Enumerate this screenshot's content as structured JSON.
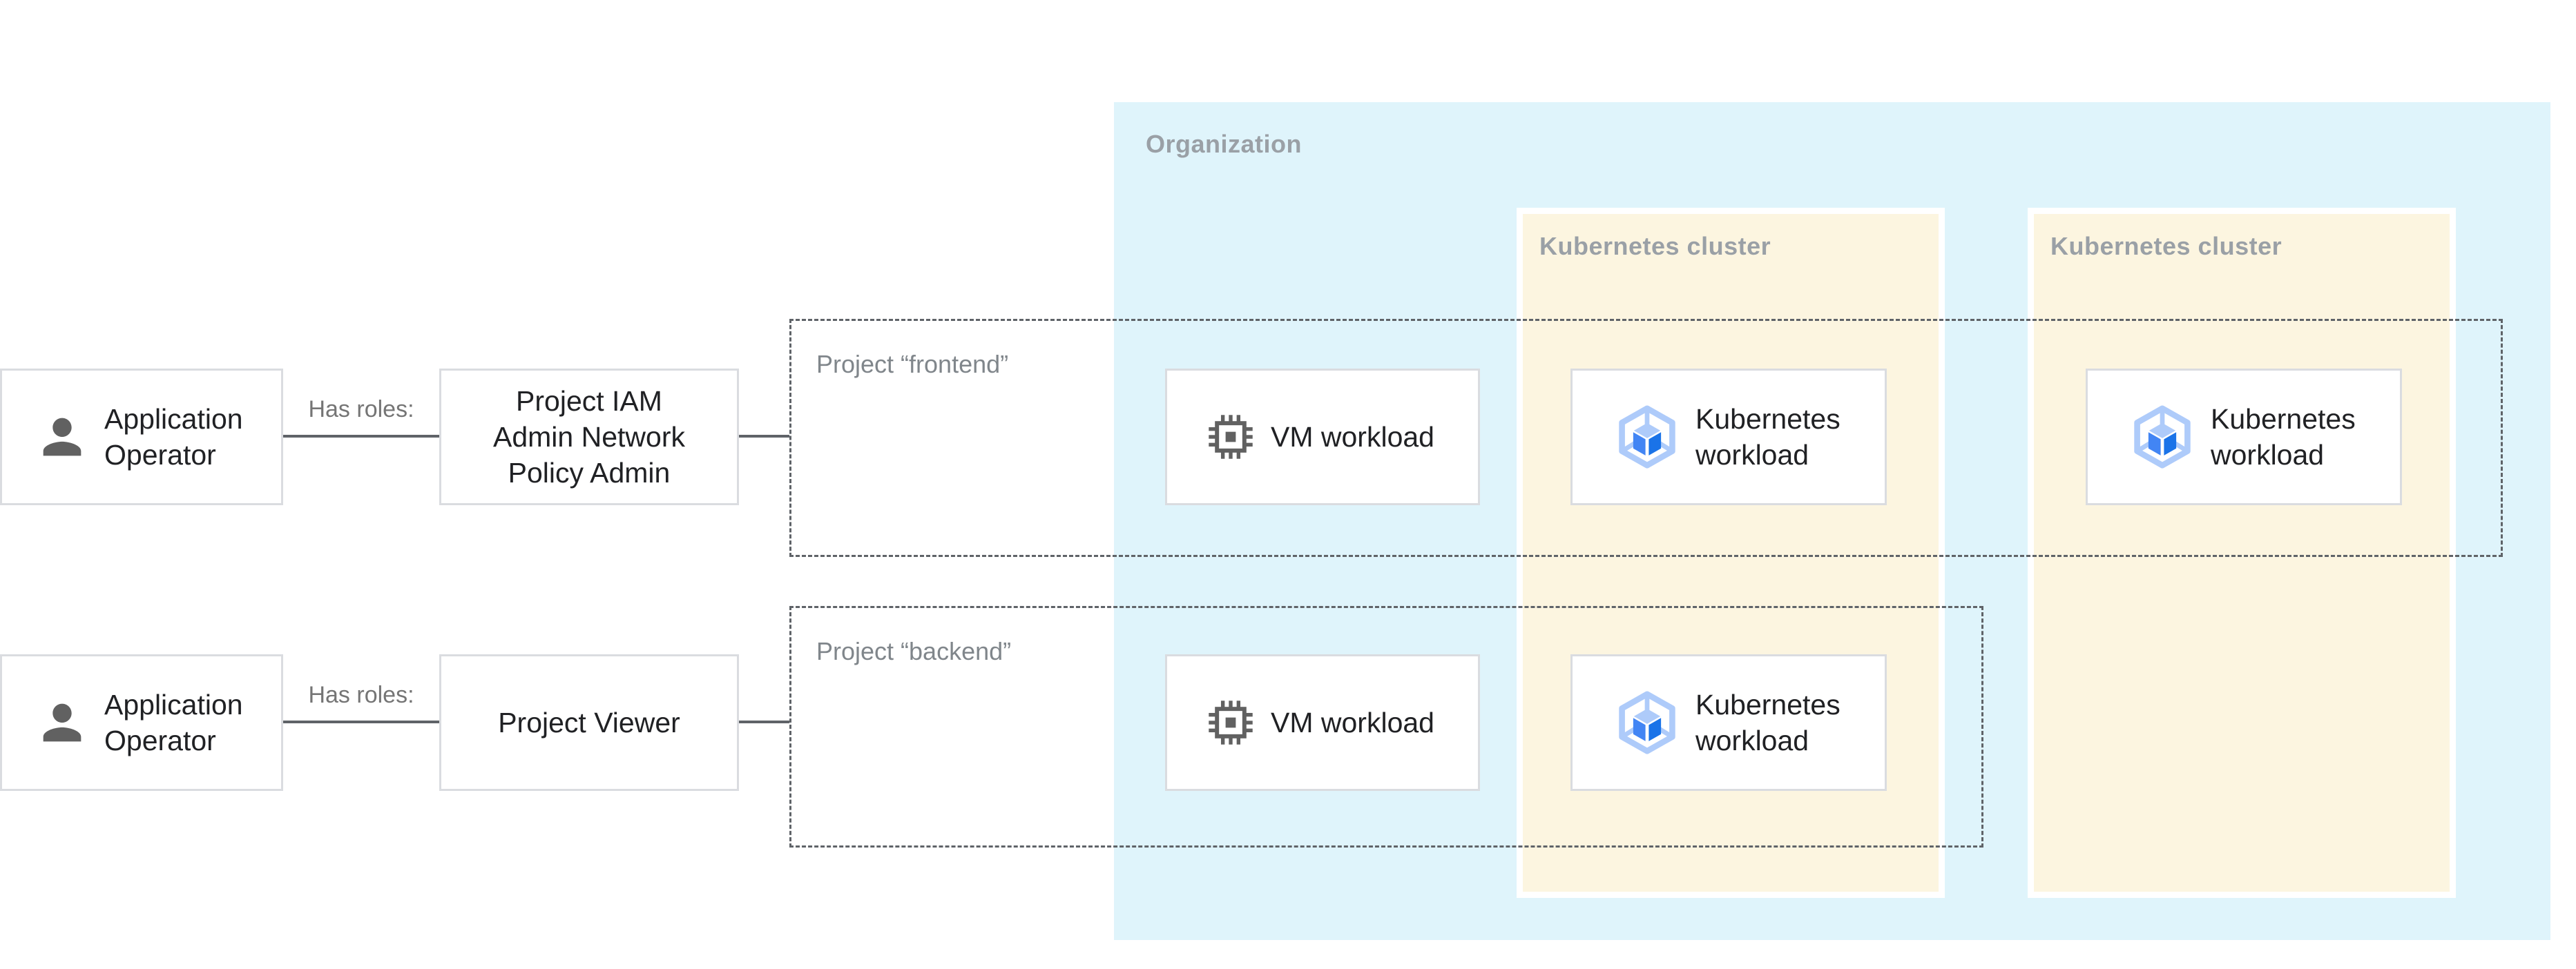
{
  "organization": {
    "label": "Organization"
  },
  "clusters": [
    {
      "label": "Kubernetes cluster"
    },
    {
      "label": "Kubernetes cluster"
    }
  ],
  "projects": [
    {
      "label": "Project “frontend”"
    },
    {
      "label": "Project “backend”"
    }
  ],
  "rows": [
    {
      "actor": {
        "line1": "Application",
        "line2": "Operator",
        "icon": "person-icon"
      },
      "relation": "Has roles:",
      "role": {
        "line1": "Project IAM",
        "line2": "Admin Network",
        "line3": "Policy Admin"
      }
    },
    {
      "actor": {
        "line1": "Application",
        "line2": "Operator",
        "icon": "person-icon"
      },
      "relation": "Has roles:",
      "role": {
        "line1": "Project Viewer"
      }
    }
  ],
  "workloads": {
    "vm": "VM workload",
    "k8s_line1": "Kubernetes",
    "k8s_line2": "workload",
    "vm_icon": "memory-chip-icon",
    "k8s_icon": "gke-hexagon-icon"
  },
  "colors": {
    "organization_bg": "#DFF4FB",
    "cluster_bg": "#FCF5E0",
    "cluster_outline": "#FFFFFF",
    "node_bg": "#FFFFFF",
    "node_border": "#DADCE0",
    "node_text": "#202124",
    "zone_label_text": "#9AA0A6",
    "project_label_text": "#80868B",
    "relation_text": "#757575",
    "connector": "#5F6368",
    "dashed_border": "#5F6368",
    "person_icon": "#616161",
    "chip_icon": "#616161",
    "gke_light_blue": "#AECBFA",
    "gke_blue_left": "#4285F4",
    "gke_blue_right": "#1A73E8"
  }
}
